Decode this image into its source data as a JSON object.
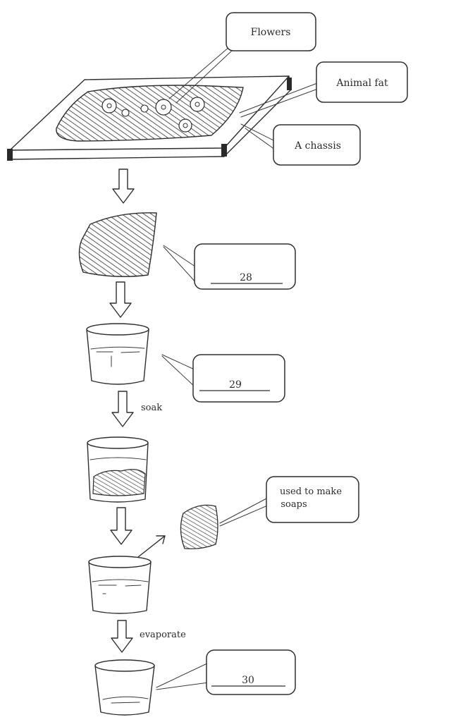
{
  "labels": {
    "flowers": "Flowers",
    "animal_fat": "Animal fat",
    "chassis": "A chassis",
    "used_line1": "used to make",
    "used_line2": "soaps",
    "soak": "soak",
    "evaporate": "evaporate"
  },
  "blanks": {
    "q28": "28",
    "q29": "29",
    "q30": "30"
  },
  "colors": {
    "ink": "#2e2e2e",
    "background": "#ffffff"
  }
}
